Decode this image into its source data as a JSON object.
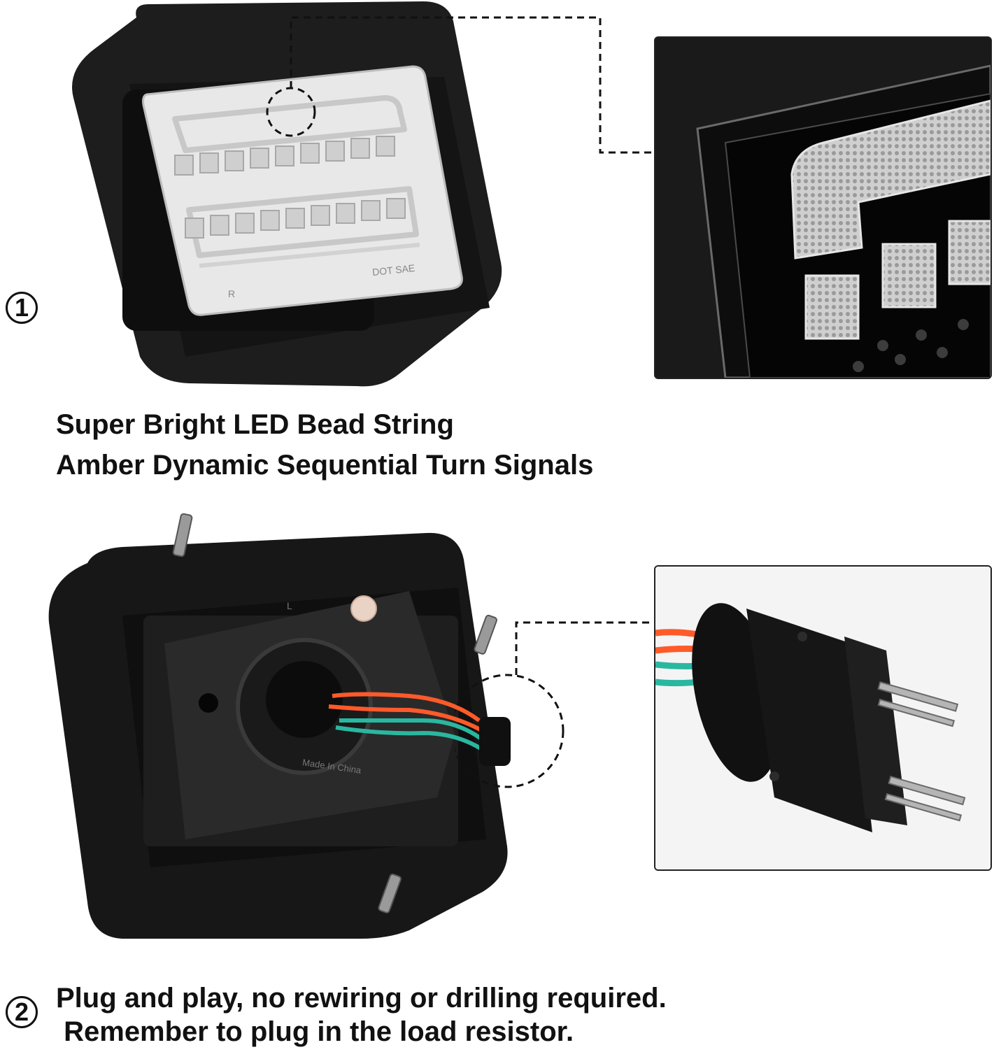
{
  "sections": [
    {
      "number": "1",
      "caption_line1": "Super Bright LED Bead String",
      "caption_line2": "Amber Dynamic Sequential Turn Signals",
      "lens_marking": "DOT SAE",
      "lens_side_marking": "R"
    },
    {
      "number": "2",
      "caption_line1": "Plug and play, no rewiring or drilling required.",
      "caption_line2": " Remember to plug in the load resistor.",
      "housing_marking": "Made In China",
      "housing_side_marking": "L"
    }
  ],
  "colors": {
    "housing": "#1a1a1a",
    "lens": "#e9e9e9",
    "wire_red": "#ff5a2a",
    "wire_teal": "#2ab7a0"
  }
}
